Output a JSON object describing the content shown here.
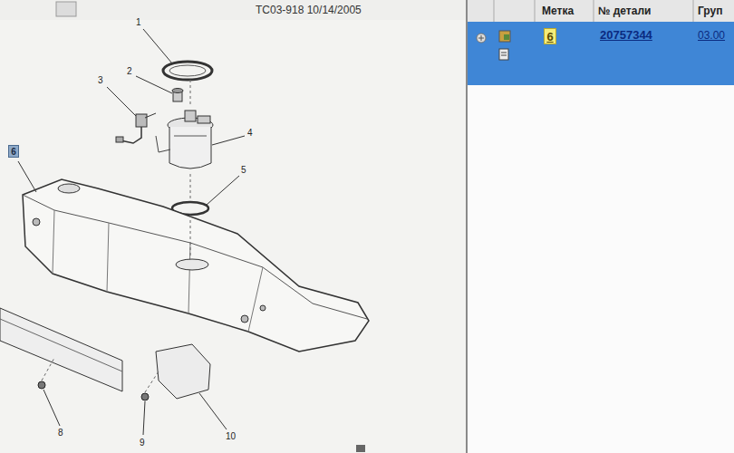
{
  "diagram": {
    "title": "TC03-918 10/14/2005",
    "nodes": [
      {
        "text": [
          "6"
        ]
      },
      {
        "text": [
          "6"
        ]
      }
    ],
    "labels": [
      "Метка",
      "№ детали",
      "Груп",
      "20757344",
      "03.00",
      "1",
      "2",
      "3",
      "4",
      "5",
      "8",
      "9",
      "10"
    ]
  }
}
